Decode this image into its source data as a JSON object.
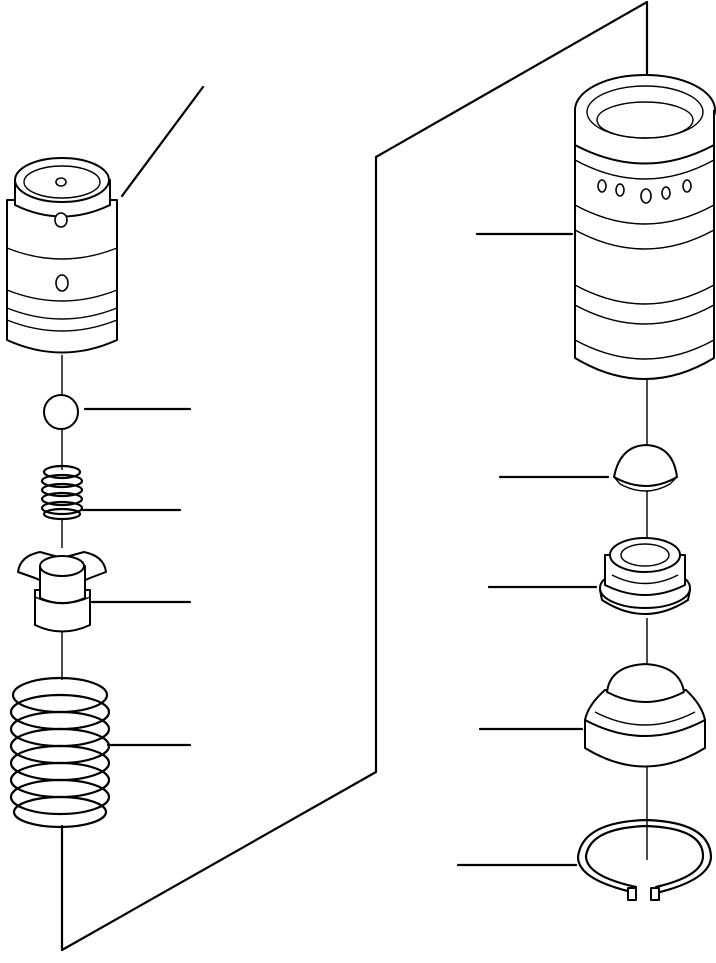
{
  "diagram": {
    "type": "exploded-parts-view",
    "left_assembly_parts": [
      "spool-body",
      "check-ball",
      "small-spring",
      "flanged-guide",
      "large-spring"
    ],
    "right_assembly_parts": [
      "sleeve-body",
      "dome-piston",
      "spring-seat",
      "stepped-piston",
      "snap-ring"
    ],
    "colors": {
      "ink": "#000000",
      "background": "#ffffff"
    }
  }
}
